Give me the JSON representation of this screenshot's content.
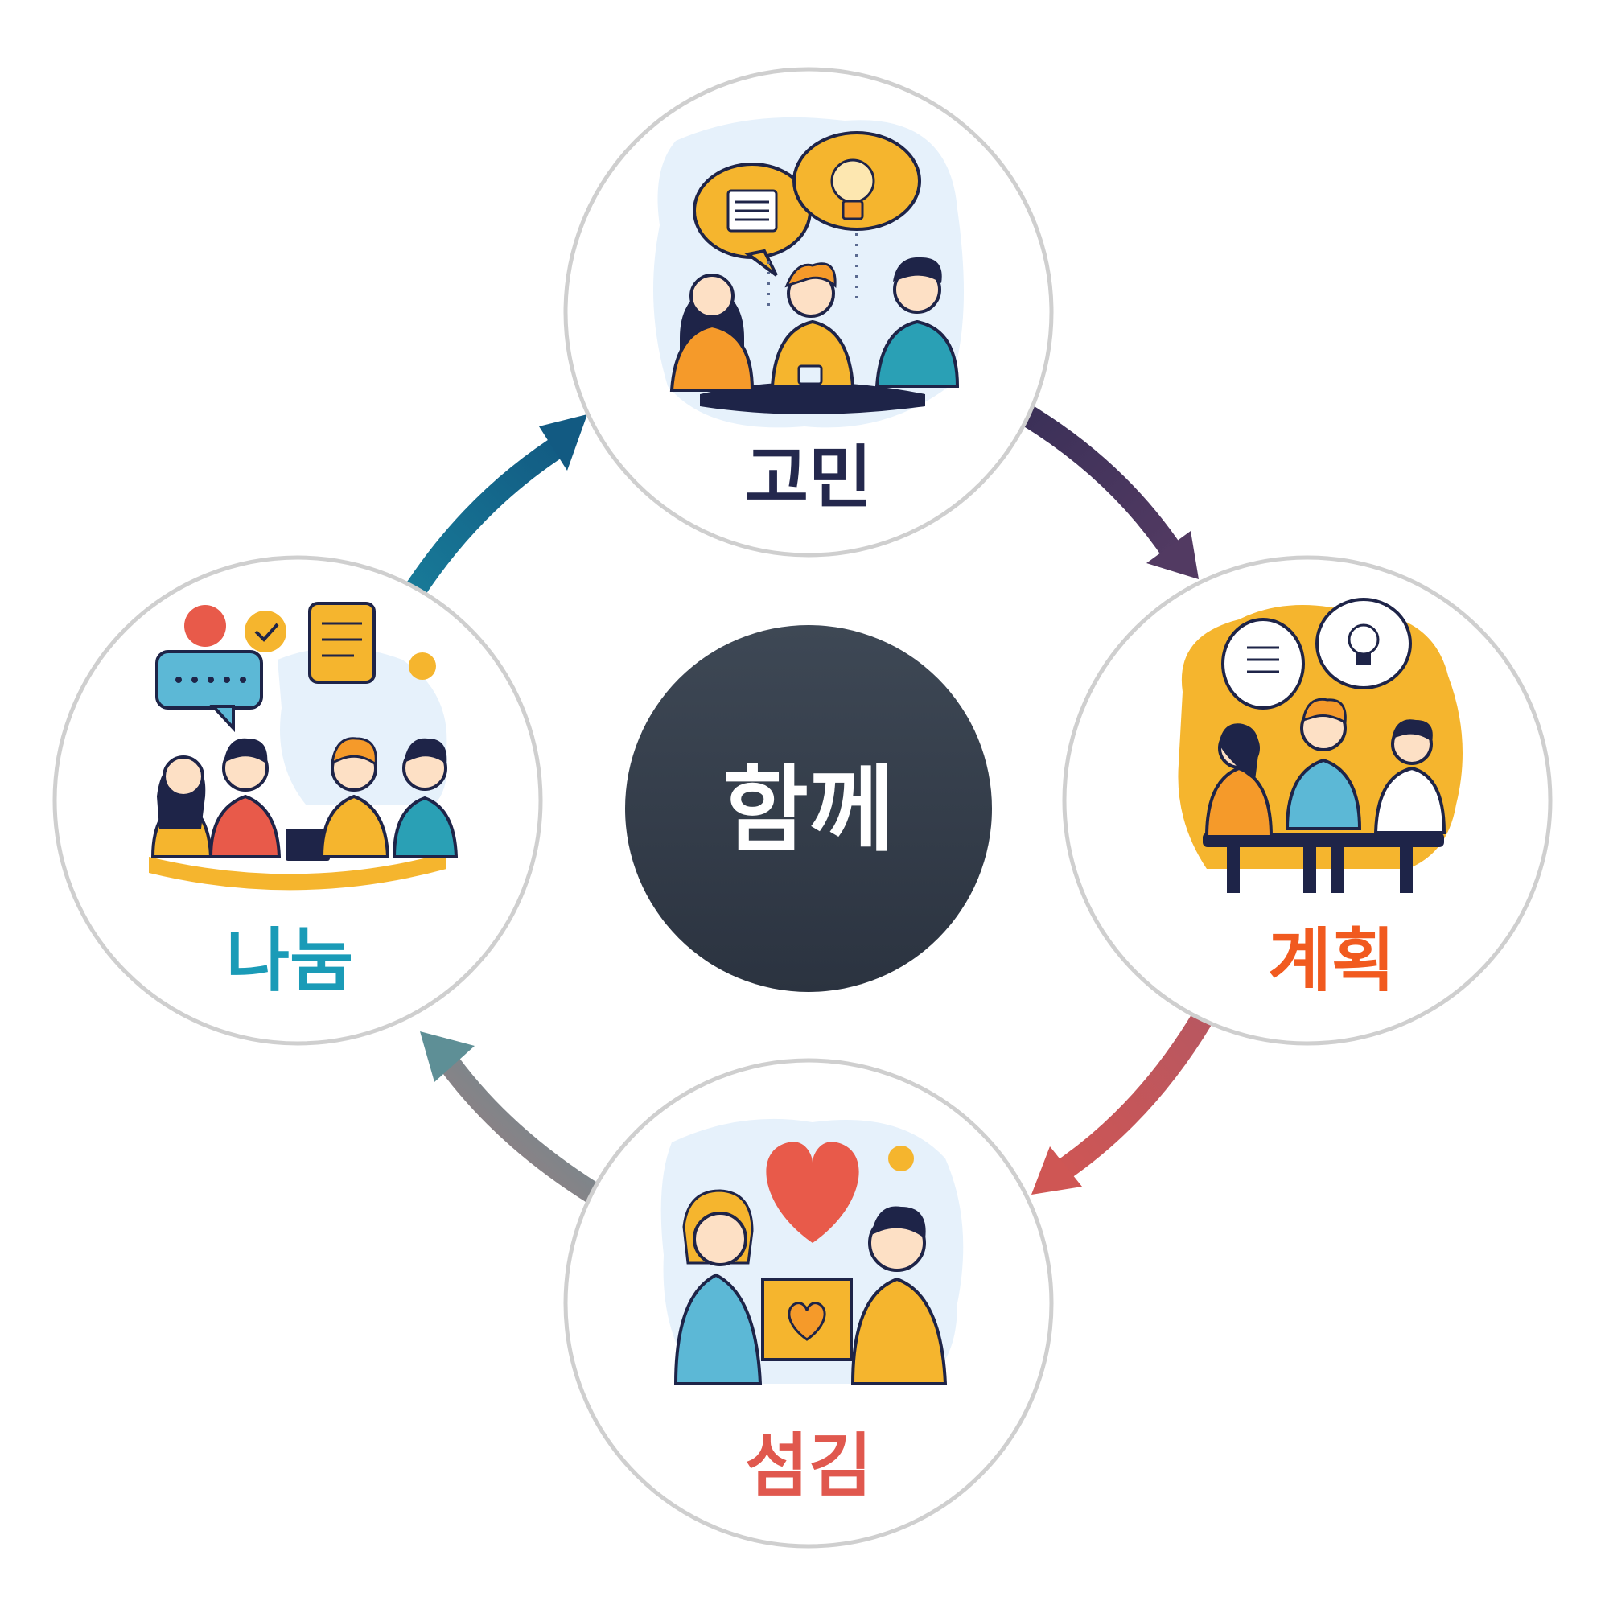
{
  "center": {
    "label": "함께"
  },
  "nodes": [
    {
      "id": "top",
      "label": "고민",
      "color": "#24284d"
    },
    {
      "id": "right",
      "label": "계획",
      "color": "#f15a1f"
    },
    {
      "id": "bottom",
      "label": "섬김",
      "color": "#e0584e"
    },
    {
      "id": "left",
      "label": "나눔",
      "color": "#1a9bb7"
    }
  ],
  "arrows": [
    {
      "from": "left",
      "to": "top",
      "color": "#156a8f"
    },
    {
      "from": "top",
      "to": "right",
      "color": "#4a3560"
    },
    {
      "from": "right",
      "to": "bottom",
      "color": "#c4585a"
    },
    {
      "from": "bottom",
      "to": "left",
      "color": "#7e8590"
    }
  ],
  "palette": {
    "ring": "#cfcfcf",
    "center_top": "#3d4754",
    "center_bottom": "#2c3440",
    "yellow": "#f5b52e",
    "orange": "#f59a2a",
    "blue": "#5cb8d6",
    "teal": "#2aa0b5",
    "red": "#e85a4a",
    "navy": "#1e2448",
    "skin": "#fde0c5",
    "bg_blue": "#e6f1fb"
  }
}
